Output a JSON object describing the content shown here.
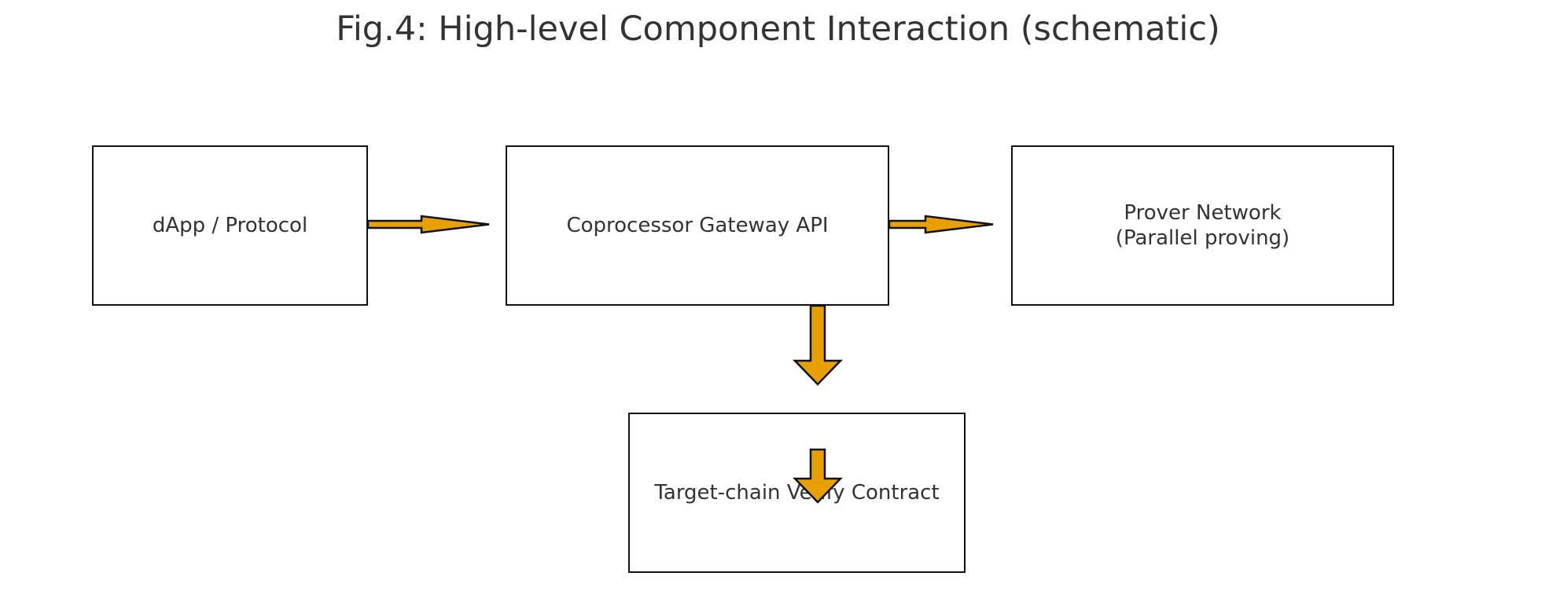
{
  "title": "Fig.4: High-level Component Interaction (schematic)",
  "nodes": {
    "dapp": {
      "line1": "dApp / Protocol",
      "line2": ""
    },
    "gateway": {
      "line1": "Coprocessor Gateway API",
      "line2": ""
    },
    "prover": {
      "line1": "Prover Network",
      "line2": "(Parallel proving)"
    },
    "target": {
      "line1": "Target-chain Verify Contract",
      "line2": ""
    }
  },
  "edges": [
    {
      "from": "dapp",
      "to": "gateway",
      "direction": "right"
    },
    {
      "from": "gateway",
      "to": "prover",
      "direction": "right"
    },
    {
      "from": "gateway",
      "to": "target",
      "direction": "down"
    },
    {
      "from": "target",
      "to": "",
      "direction": "down"
    }
  ],
  "colors": {
    "arrow_fill": "#E8A000",
    "arrow_stroke": "#111111",
    "box_border": "#111111",
    "text": "#333333"
  }
}
